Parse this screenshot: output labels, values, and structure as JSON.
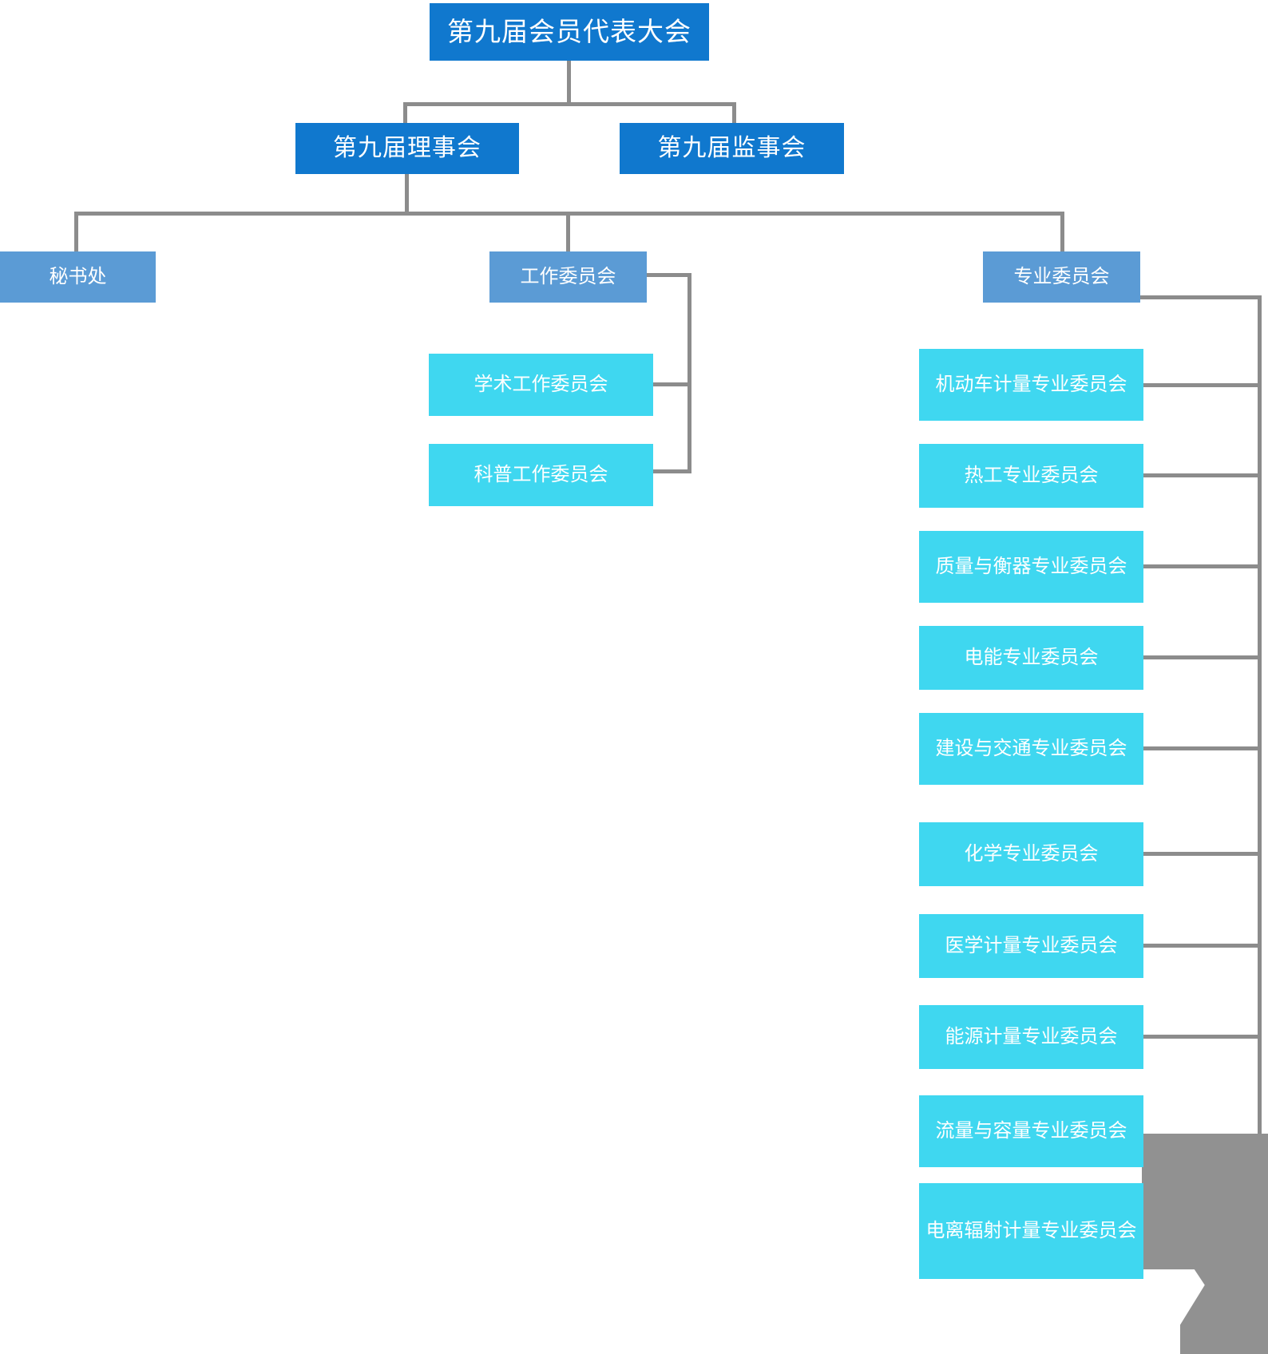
{
  "diagram": {
    "type": "organization-chart",
    "title_node": "第九届会员代表大会",
    "colors": {
      "level0": "#1078CE",
      "level1": "#1078CE",
      "level2": "#5B9BD5",
      "level3": "#3FD7F0",
      "connector": "#8C8C8C",
      "text": "#FFFFFF",
      "background": "#FFFFFF"
    }
  },
  "nodes": {
    "congress": {
      "label": "第九届会员代表大会"
    },
    "council": {
      "label": "第九届理事会"
    },
    "supervisory": {
      "label": "第九届监事会"
    },
    "secretariat": {
      "label": "秘书处"
    },
    "work_committee": {
      "label": "工作委员会"
    },
    "professional_committee": {
      "label": "专业委员会"
    }
  },
  "work_committees": [
    {
      "label": "学术工作委员会"
    },
    {
      "label": "科普工作委员会"
    }
  ],
  "professional_committees": [
    {
      "label": "机动车计量专业委员会"
    },
    {
      "label": "热工专业委员会"
    },
    {
      "label": "质量与衡器专业委员会"
    },
    {
      "label": "电能专业委员会"
    },
    {
      "label": "建设与交通专业委员会"
    },
    {
      "label": "化学专业委员会"
    },
    {
      "label": "医学计量专业委员会"
    },
    {
      "label": "能源计量专业委员会"
    },
    {
      "label": "流量与容量专业委员会"
    },
    {
      "label": "电离辐射计量专业委员会"
    }
  ]
}
